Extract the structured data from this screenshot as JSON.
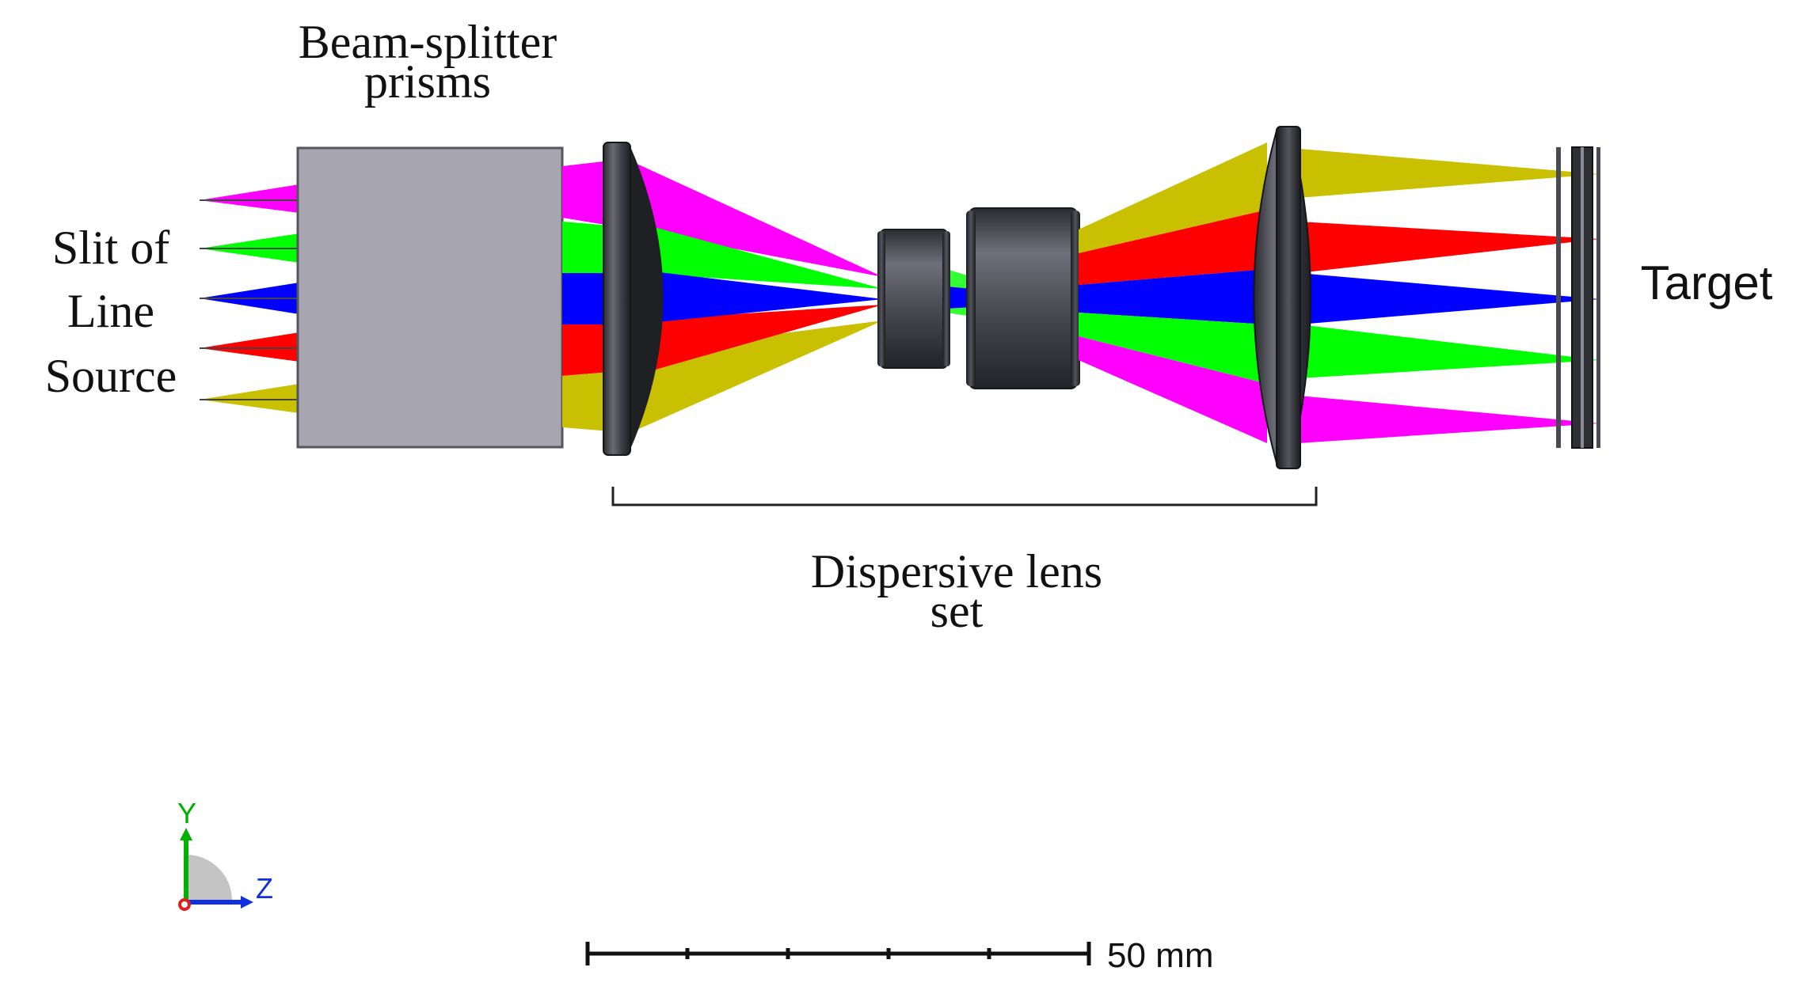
{
  "labels": {
    "beam_splitter_line1": "Beam-splitter",
    "beam_splitter_line2": "prisms",
    "slit_line1": "Slit of",
    "slit_line2": "Line",
    "slit_line3": "Source",
    "target": "Target",
    "dispersive_line1": "Dispersive lens",
    "dispersive_line2": "set"
  },
  "axes_triad": {
    "y_label": "Y",
    "z_label": "Z"
  },
  "scale_bar": {
    "label": "50 mm"
  },
  "colors": {
    "magenta": "#ff00ff",
    "green": "#00ff00",
    "blue": "#0000ff",
    "red": "#ff0000",
    "olive": "#c8c000",
    "prism": "#a7a6b0",
    "lens": "#3c3d44"
  }
}
